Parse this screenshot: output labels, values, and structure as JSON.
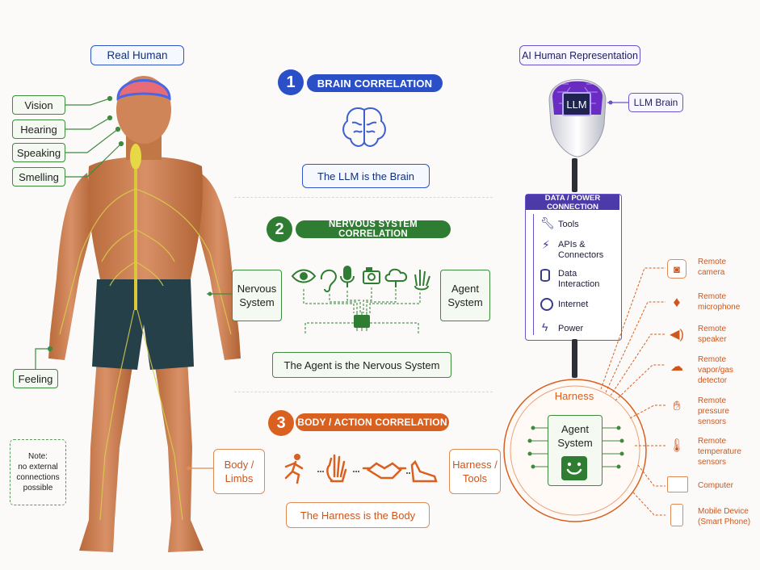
{
  "left": {
    "title": "Real Human",
    "senses": [
      "Vision",
      "Hearing",
      "Speaking",
      "Smelling"
    ],
    "feeling": "Feeling",
    "note": "Note:\nno external\nconnections\npossible"
  },
  "center": {
    "section1": {
      "number": "1",
      "title": "BRAIN CORRELATION",
      "caption": "The LLM is the Brain"
    },
    "section2": {
      "number": "2",
      "title": "NERVOUS SYSTEM CORRELATION",
      "left_label": "Nervous\nSystem",
      "right_label": "Agent\nSystem",
      "caption": "The Agent is the Nervous System"
    },
    "section3": {
      "number": "3",
      "title": "BODY / ACTION CORRELATION",
      "left_label": "Body /\nLimbs",
      "right_label": "Harness /\nTools",
      "caption": "The Harness is the Body"
    }
  },
  "right": {
    "title": "AI Human Representation",
    "llm_screen": "LLM",
    "llm_label": "LLM Brain",
    "connection_header": "DATA / POWER CONNECTION",
    "connections": [
      "Tools",
      "APIs &\nConnectors",
      "Data\nInteraction",
      "Internet",
      "Power"
    ],
    "harness_label": "Harness",
    "agent_label": "Agent\nSystem",
    "sensors": [
      "Remote\ncamera",
      "Remote\nmicrophone",
      "Remote\nspeaker",
      "Remote\nvapor/gas\ndetector",
      "Remote\npressure\nsensors",
      "Remote\ntemperature\nsensors",
      "Computer",
      "Mobile Device\n(Smart Phone)"
    ]
  },
  "colors": {
    "blue": "#2a4fc7",
    "green": "#2f7d32",
    "orange": "#d9601f",
    "purple": "#4c3aa8"
  },
  "icons": {
    "brain": "brain-icon",
    "senses_row": [
      "eye-icon",
      "ear-icon",
      "microphone-icon",
      "camera-icon",
      "cloud-icon",
      "hand-icon"
    ],
    "body_row": [
      "running-person-icon",
      "hand-icon",
      "handshake-icon",
      "shoe-icon"
    ],
    "connections": [
      "wrench-icon",
      "plug-icon",
      "database-icon",
      "globe-icon",
      "lightning-icon"
    ],
    "sensors": [
      "camera-icon",
      "microphone-icon",
      "speaker-icon",
      "vapor-icon",
      "pressure-hand-icon",
      "thermometer-icon",
      "laptop-icon",
      "smartphone-icon"
    ]
  }
}
